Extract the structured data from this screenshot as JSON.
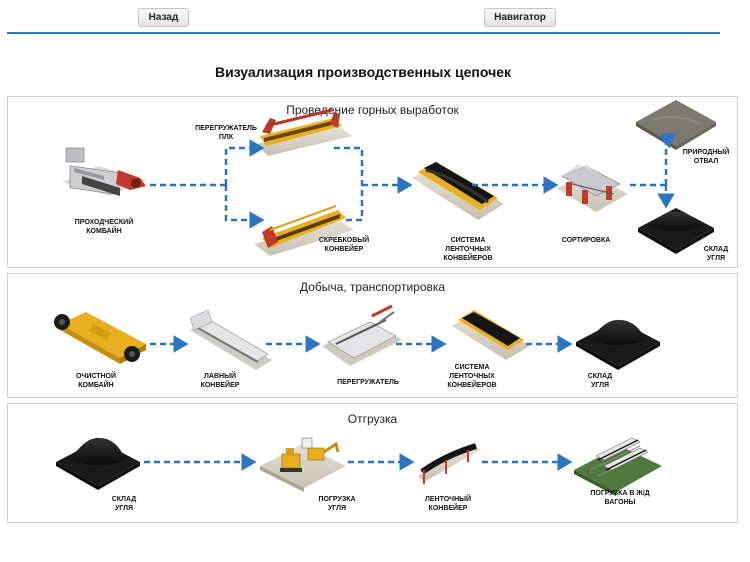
{
  "header": {
    "back_label": "Назад",
    "navigator_label": "Навигатор",
    "title": "Визуализация производственных цепочек"
  },
  "panels": [
    {
      "title": "Проведение горных выработок",
      "labels": {
        "roadheader": [
          "ПРОХОДЧЕСКИЙ",
          "КОМБАЙН"
        ],
        "reloader": [
          "ПЕРЕГРУЖАТЕЛЬ",
          "ПЛК"
        ],
        "scraper": [
          "СКРЕБКОВЫЙ",
          "КОНВЕЙЕР"
        ],
        "belt": [
          "СИСТЕМА",
          "ЛЕНТОЧНЫХ",
          "КОНВЕЙЕРОВ"
        ],
        "sorting": [
          "СОРТИРОВКА"
        ],
        "dump": [
          "ПРИРОДНЫЙ",
          "ОТВАЛ"
        ],
        "store": [
          "СКЛАД",
          "УГЛЯ"
        ]
      }
    },
    {
      "title": "Добыча, транспортировка",
      "labels": {
        "shearer": [
          "ОЧИСТНОЙ",
          "КОМБАЙН"
        ],
        "face": [
          "ЛАВНЫЙ",
          "КОНВЕЙЕР"
        ],
        "reloader": [
          "ПЕРЕГРУЖАТЕЛЬ"
        ],
        "belt": [
          "СИСТЕМА",
          "ЛЕНТОЧНЫХ",
          "КОНВЕЙЕРОВ"
        ],
        "store": [
          "СКЛАД",
          "УГЛЯ"
        ]
      }
    },
    {
      "title": "Отгрузка",
      "labels": {
        "store": [
          "СКЛАД",
          "УГЛЯ"
        ],
        "loading": [
          "ПОГРУЗКА",
          "УГЛЯ"
        ],
        "belt": [
          "ЛЕНТОЧНЫЙ",
          "КОНВЕЙЕР"
        ],
        "wagons": [
          "ПОГРУЗКА В Ж/Д",
          "ВАГОНЫ"
        ]
      }
    }
  ],
  "colors": {
    "accent_line": "#2a74c0",
    "arrow": "#2a74c0",
    "coal": "#151515",
    "machine_yellow": "#e8b020",
    "machine_red": "#c0392b",
    "ground": "#d8d2c4",
    "panel_border": "#cfcfcf"
  }
}
